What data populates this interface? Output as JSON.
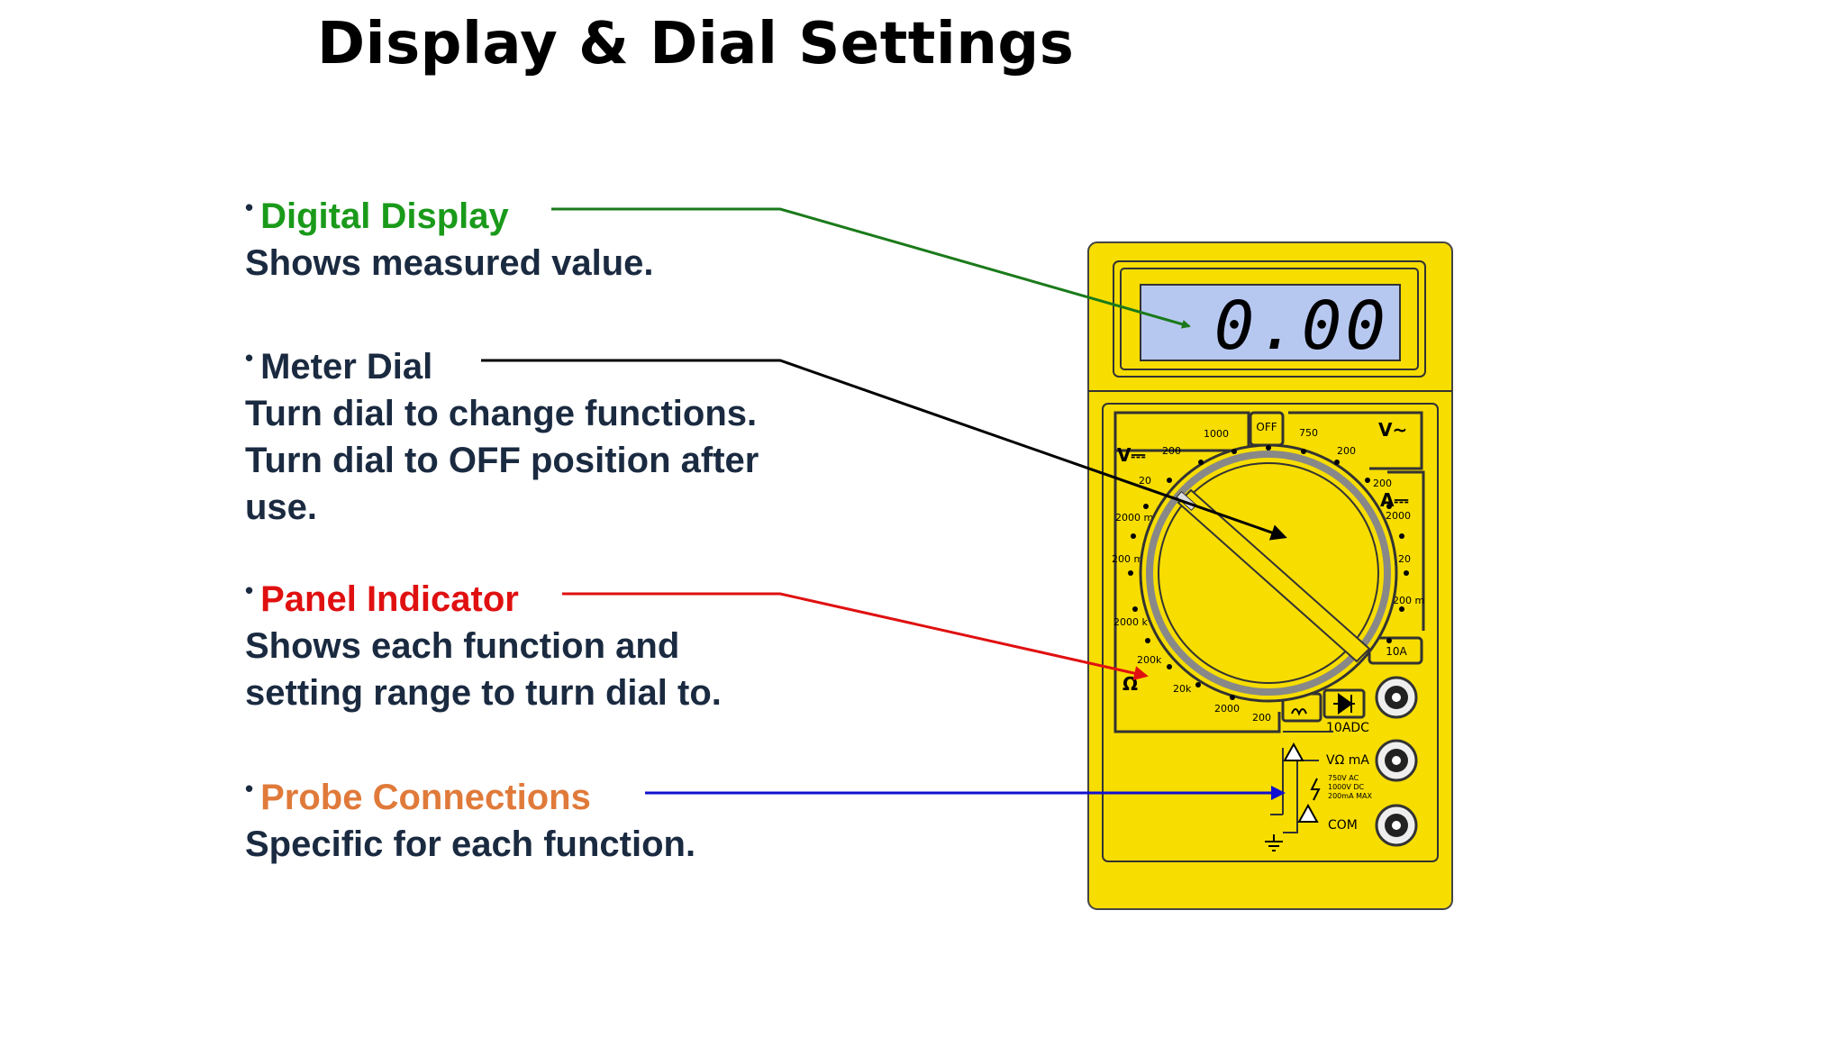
{
  "title": "Display & Dial Settings",
  "bullets": [
    {
      "heading": "Digital Display",
      "color": "#1a9a1a",
      "desc": [
        "Shows measured value."
      ]
    },
    {
      "heading": "Meter Dial",
      "color": "#1a2a40",
      "desc": [
        "Turn dial to change functions.",
        "Turn dial to OFF position after",
        "use."
      ]
    },
    {
      "heading": "Panel Indicator",
      "color": "#e01010",
      "desc": [
        "Shows each function and",
        "setting range to turn dial to."
      ]
    },
    {
      "heading": "Probe Connections",
      "color": "#e07a3a",
      "desc": [
        "Specific for each function."
      ]
    }
  ],
  "leader_colors": [
    "#1a7a1a",
    "#000000",
    "#e01010",
    "#1010d0"
  ],
  "meter": {
    "display_value": "0.00",
    "labels": {
      "off": "OFF",
      "v_dc": "V⎓",
      "v_ac": "V~",
      "amp": "A⎓",
      "ohm": "Ω",
      "ten_a": "10A",
      "ten_adc": "10ADC",
      "vma": "VΩ mA",
      "com": "COM",
      "warn1": "750V AC",
      "warn2": "1000V DC",
      "warn3": "200mA MAX"
    },
    "ranges": {
      "v_dc": [
        "1000",
        "200",
        "20",
        "2000 m",
        "200 m"
      ],
      "v_ac": [
        "750",
        "200"
      ],
      "amp": [
        "200",
        "2000",
        "20",
        "200 m"
      ],
      "ohm": [
        "2000 k",
        "200k",
        "20k",
        "2000",
        "200"
      ]
    },
    "body_color": "#f7dd00",
    "display_color": "#b7c8f0"
  }
}
